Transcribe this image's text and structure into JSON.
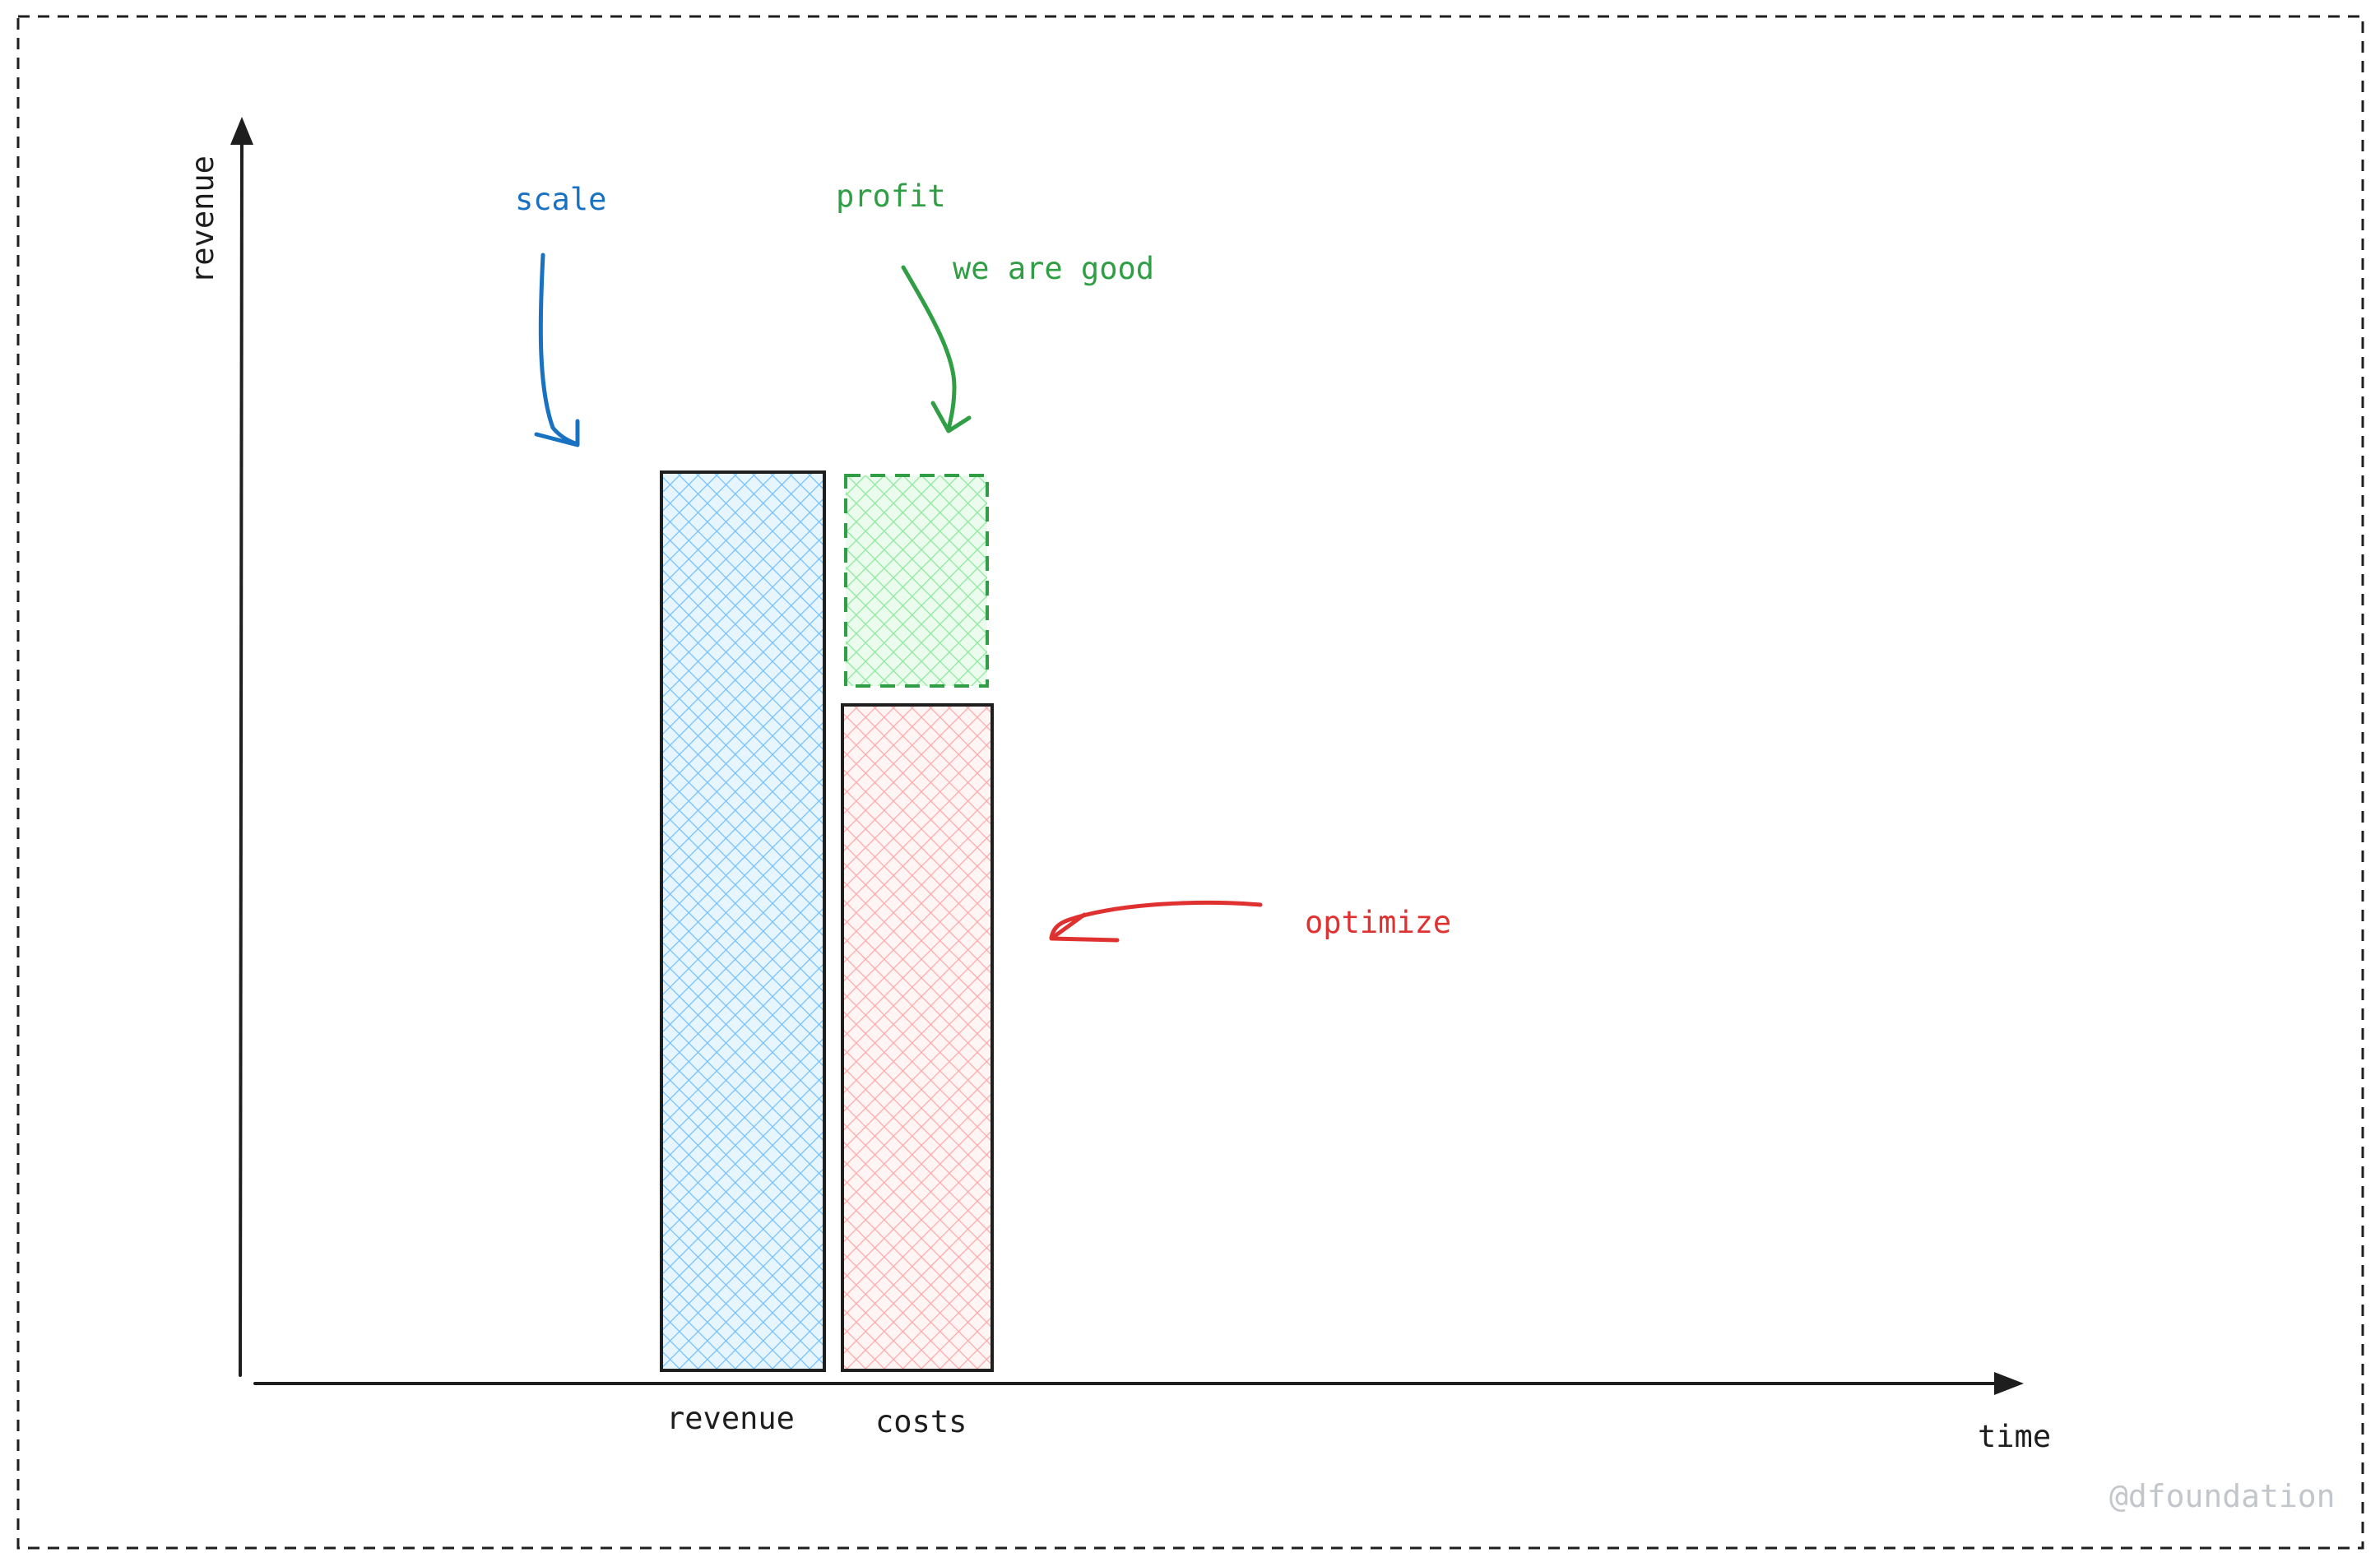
{
  "axes": {
    "y_label": "revenue",
    "x_label": "time"
  },
  "bars": {
    "revenue_label": "revenue",
    "costs_label": "costs"
  },
  "annotations": {
    "scale": "scale",
    "profit": "profit",
    "we_are_good": "we are good",
    "optimize": "optimize"
  },
  "watermark": "@dfoundation",
  "colors": {
    "stroke": "#1e1e1e",
    "revenue_fill": "#a5d8ff",
    "profit_fill": "#b2f2bb",
    "costs_fill": "#ffc9c9",
    "blue": "#1971c2",
    "green": "#2f9e44",
    "red": "#e03131",
    "frame": "#1e1e1e",
    "watermark": "#c3c7cc"
  }
}
